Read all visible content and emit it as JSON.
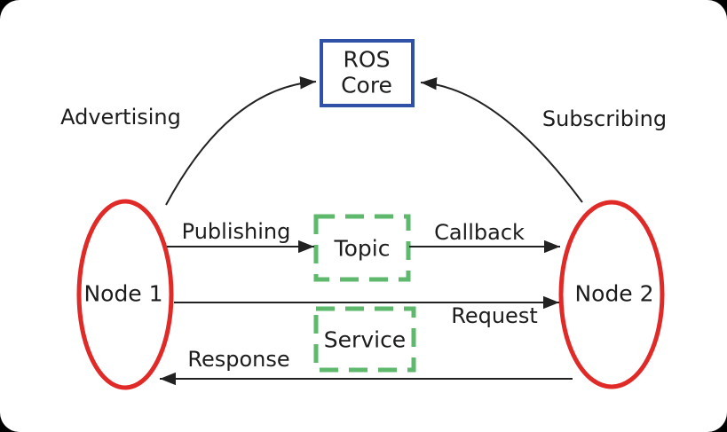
{
  "nodes": {
    "node1": {
      "label": "Node 1"
    },
    "node2": {
      "label": "Node 2"
    },
    "ros_core": {
      "line1": "ROS",
      "line2": "Core"
    },
    "topic": {
      "label": "Topic"
    },
    "service": {
      "label": "Service"
    }
  },
  "edges": {
    "advertising": {
      "label": "Advertising"
    },
    "subscribing": {
      "label": "Subscribing"
    },
    "publishing": {
      "label": "Publishing"
    },
    "callback": {
      "label": "Callback"
    },
    "request": {
      "label": "Request"
    },
    "response": {
      "label": "Response"
    }
  },
  "colors": {
    "node-stroke": "#e02a28",
    "core-stroke": "#2f52a8",
    "channel-stroke": "#5eb96c",
    "arrow-stroke": "#222222",
    "text-color": "#1c1c1c",
    "canvas-bg": "#ffffff",
    "outer-bg": "#000000"
  }
}
